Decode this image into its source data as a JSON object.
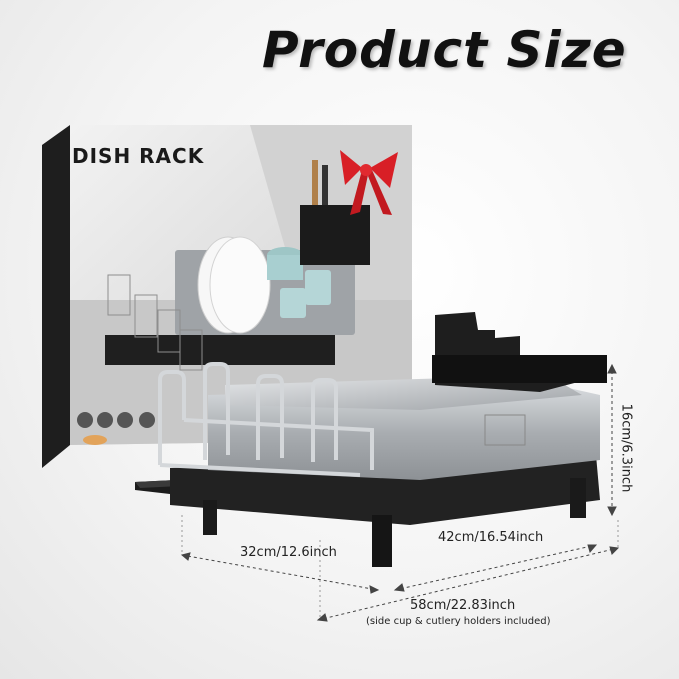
{
  "title": "Product Size",
  "box_label": "DISH RACK",
  "dimensions": {
    "depth": "32cm/12.6inch",
    "width": "42cm/16.54inch",
    "height": "16cm/6.3inch",
    "total": "58cm/22.83inch",
    "total_note": "(side cup & cutlery holders included)"
  },
  "icons": [
    "recycle-icon",
    "leaf-icon",
    "knife-fork-icon",
    "cup-icon",
    "bowl-icon"
  ],
  "colors": {
    "background": "#f0f0f0",
    "rack_black": "#1c1c1c",
    "steel": "#b8bbbe",
    "ribbon": "#d81f26"
  }
}
